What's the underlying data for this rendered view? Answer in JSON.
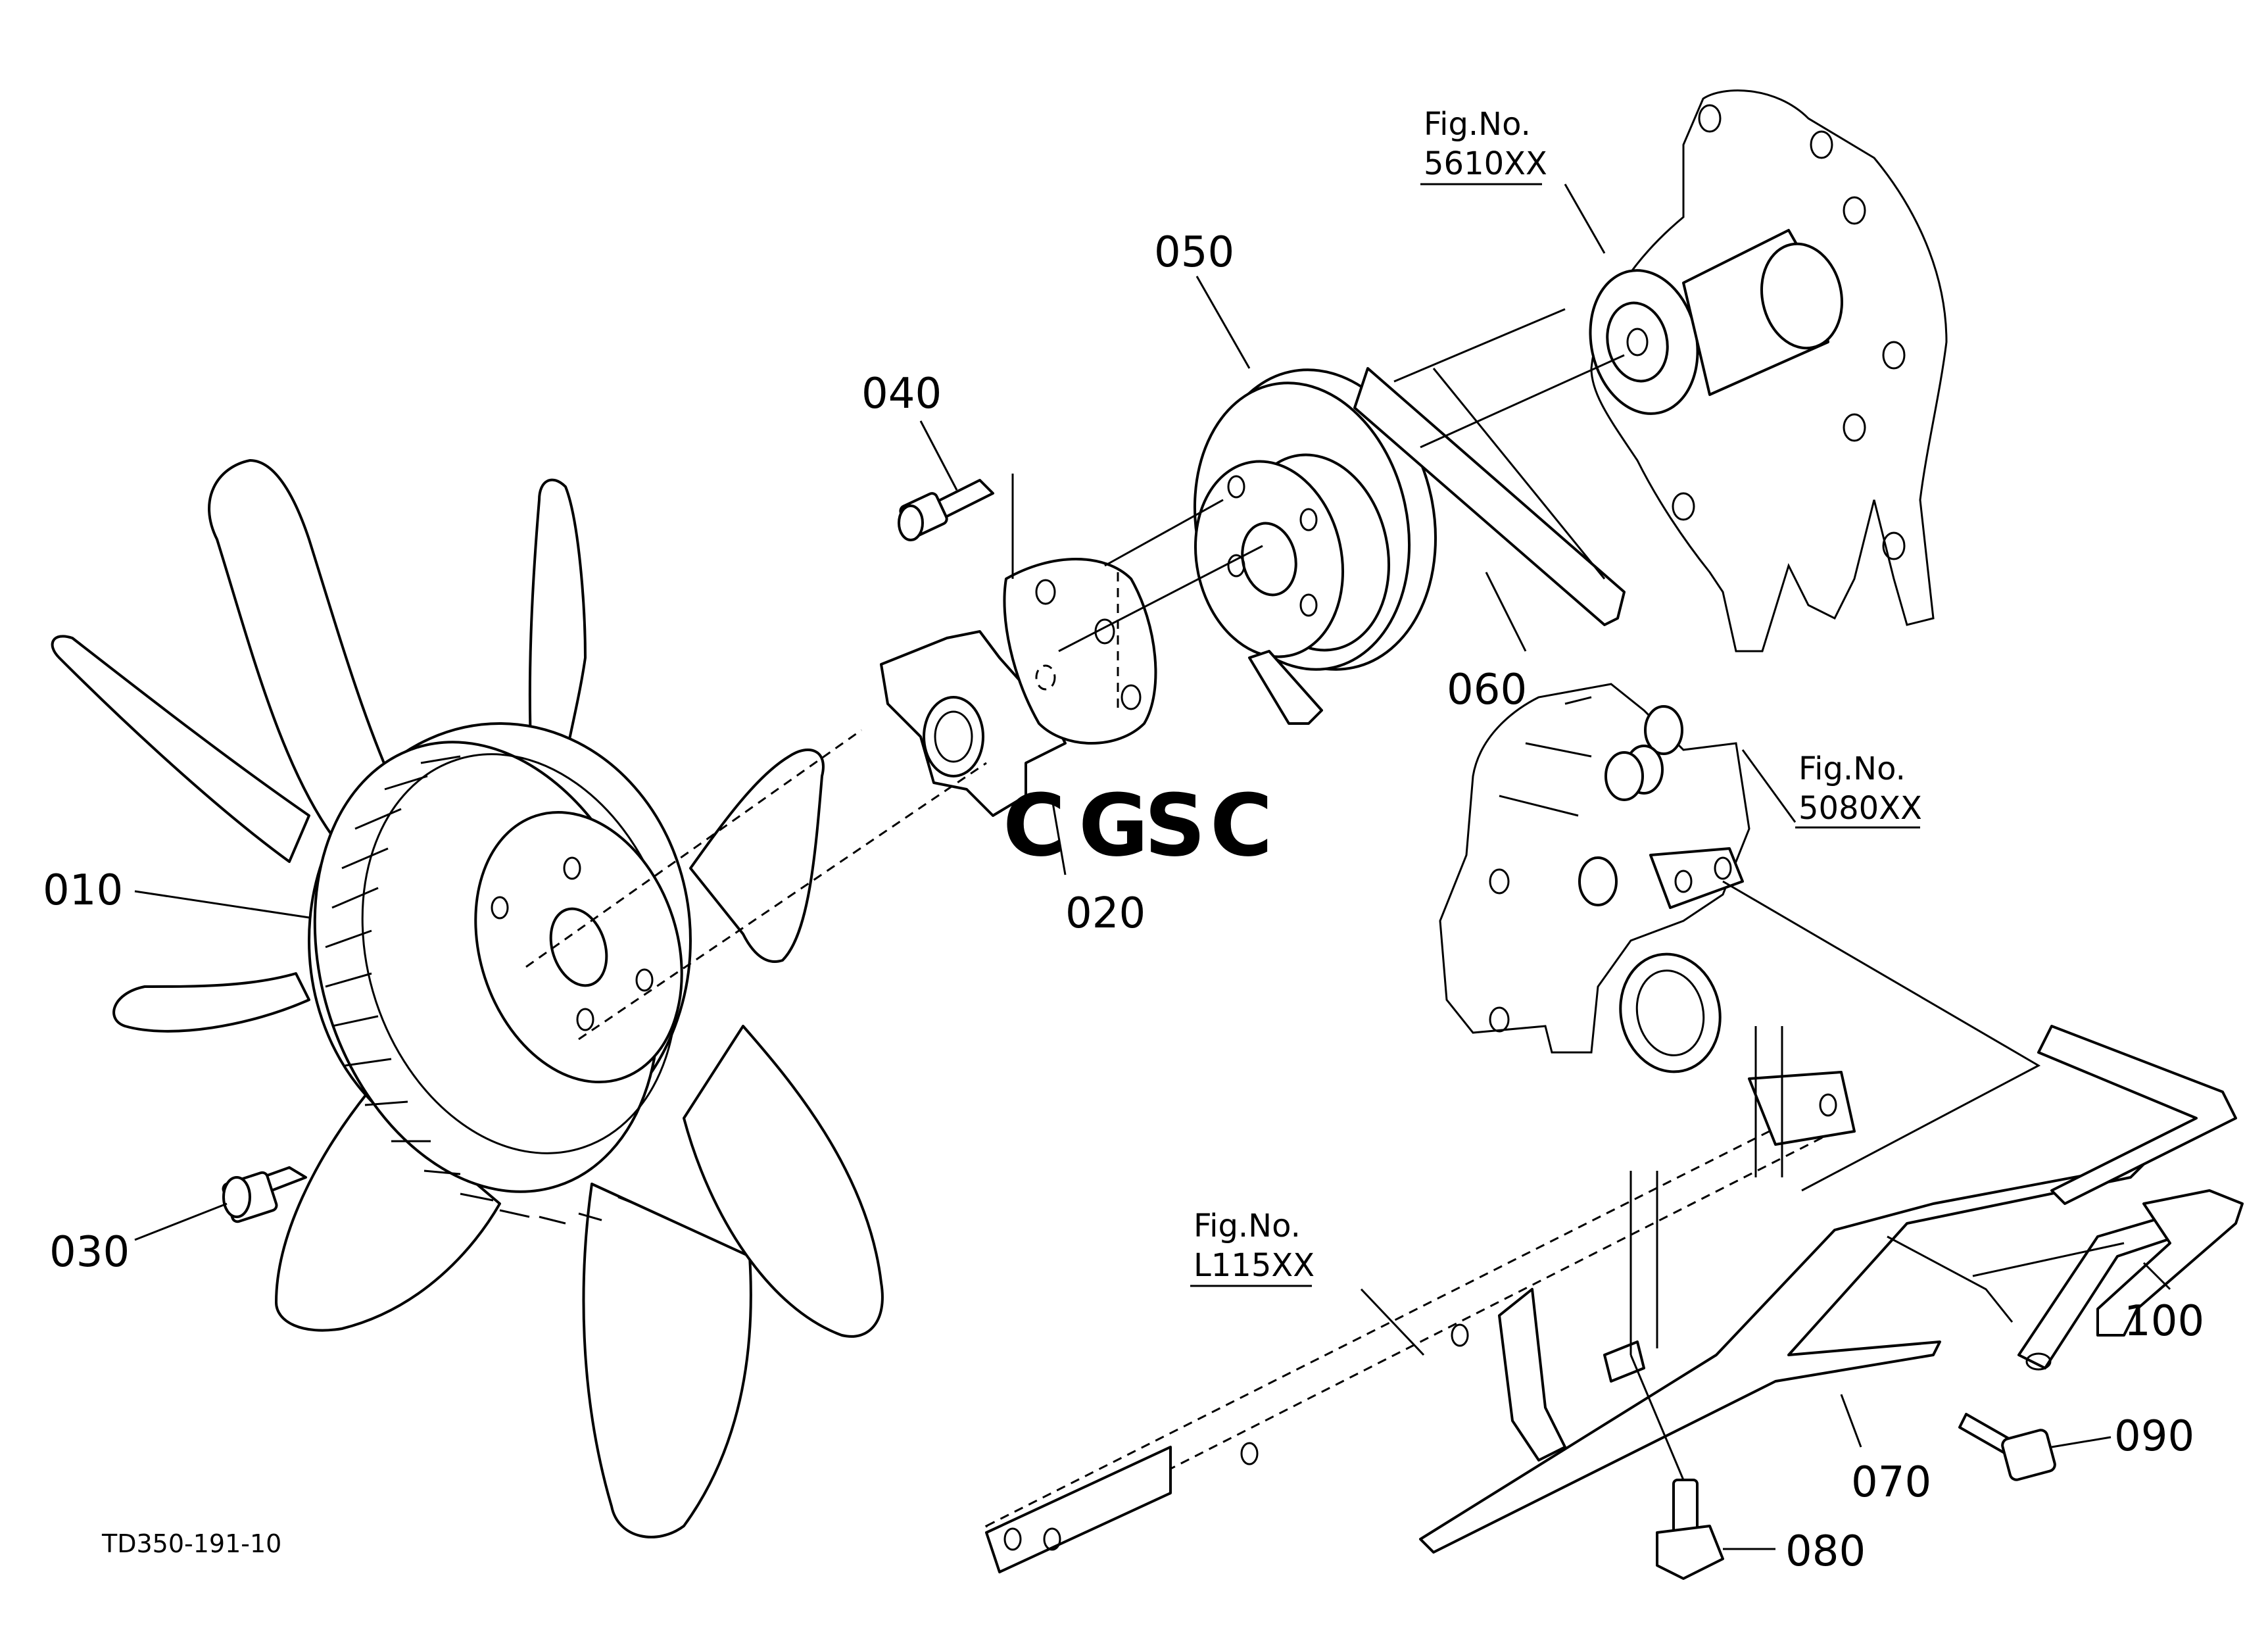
{
  "diagram_code": "TD350-191-10",
  "watermark": {
    "text": "CGSC",
    "letters": [
      "C",
      "G",
      "S",
      "C"
    ],
    "colors": [
      "#6f9fe8",
      "#e87a73",
      "#f4cd5b",
      "#72bf8f"
    ]
  },
  "parts": [
    {
      "id": "010",
      "label": "010",
      "name": "fan"
    },
    {
      "id": "020",
      "label": "020",
      "name": "fan-spacer"
    },
    {
      "id": "030",
      "label": "030",
      "name": "flange-bolt"
    },
    {
      "id": "040",
      "label": "040",
      "name": "bolt"
    },
    {
      "id": "050",
      "label": "050",
      "name": "fan-pulley"
    },
    {
      "id": "060",
      "label": "060",
      "name": "fan-belt"
    },
    {
      "id": "070",
      "label": "070",
      "name": "fan-guard-plate"
    },
    {
      "id": "080",
      "label": "080",
      "name": "bolt"
    },
    {
      "id": "090",
      "label": "090",
      "name": "bolt"
    },
    {
      "id": "100",
      "label": "100",
      "name": "rod"
    }
  ],
  "figure_refs": [
    {
      "line1": "Fig.No.",
      "line2": "5610XX"
    },
    {
      "line1": "Fig.No.",
      "line2": "5080XX"
    },
    {
      "line1": "Fig.No.",
      "line2": "L115XX"
    }
  ]
}
